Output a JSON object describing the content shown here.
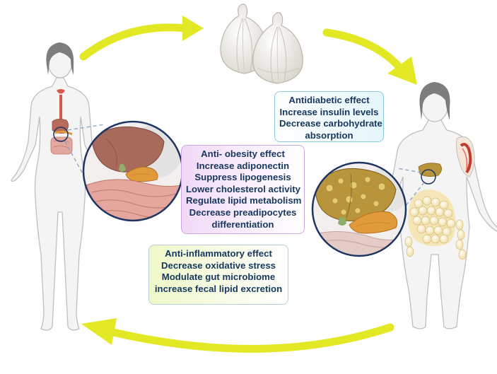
{
  "colors": {
    "arrow": "#e3e824",
    "box_text": "#17375e",
    "liver": "#a86a5a",
    "fatty_liver": "#b8943a",
    "pancreas": "#e09a3a",
    "fat_cells": "#f5e6b8",
    "body_outline": "#bfbfbf",
    "body_fill": "#f4f4f4",
    "hair": "#7d7d7d",
    "circle_stroke": "#1f3564"
  },
  "icons": [
    "garlic-bulb-icon",
    "liver-icon",
    "pancreas-icon",
    "intestine-icon",
    "adipose-tissue-icon",
    "muscle-icon"
  ],
  "boxes": {
    "antidiabetic": [
      "Antidiabetic effect",
      "Increase insulin levels",
      "Decrease carbohydrate",
      "absorption"
    ],
    "antiobesity": [
      "Anti- obesity effect",
      "Increase adiponectin",
      "Suppress lipogenesis",
      "Lower cholesterol activity",
      "Regulate lipid metabolism",
      "Decrease preadipocytes",
      "differentiation"
    ],
    "antiinflammatory": [
      "Anti-inflammatory effect",
      "Decrease oxidative stress",
      "Modulate gut microbiome",
      "increase fecal lipid excretion"
    ]
  }
}
